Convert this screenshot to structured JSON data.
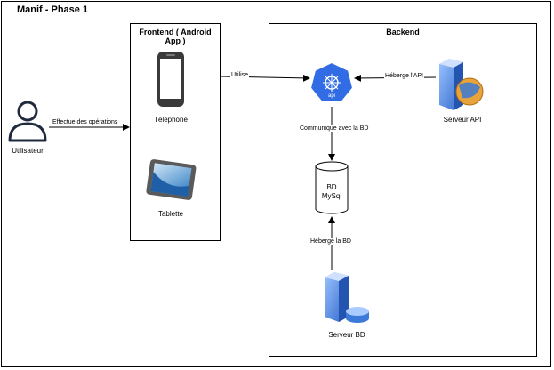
{
  "title": "Manif - Phase 1",
  "actor": {
    "label": "Utilisateur"
  },
  "frontend": {
    "title": "Frontend ( Android App )",
    "phone_label": "Téléphone",
    "tablet_label": "Tablette"
  },
  "backend": {
    "title": "Backend",
    "api_icon_text": "api",
    "api_server_label": "Serveur API",
    "db_label_line1": "BD",
    "db_label_line2": "MySql",
    "db_server_label": "Serveur BD"
  },
  "edges": {
    "user_to_frontend": "Effectue des opérations",
    "frontend_to_api": "Utilise",
    "server_to_api": "Héberge l'API",
    "api_to_db": "Communique avec la BD",
    "server_to_db": "Héberge la BD"
  },
  "colors": {
    "api_blue": "#326CE5",
    "server_blue": "#3F7FE0",
    "globe_orange": "#E8A33A",
    "tablet_screen": "#3A86C8"
  },
  "icons": [
    "person-icon",
    "smartphone-icon",
    "tablet-icon",
    "api-icon",
    "server-globe-icon",
    "database-icon",
    "server-db-icon"
  ]
}
